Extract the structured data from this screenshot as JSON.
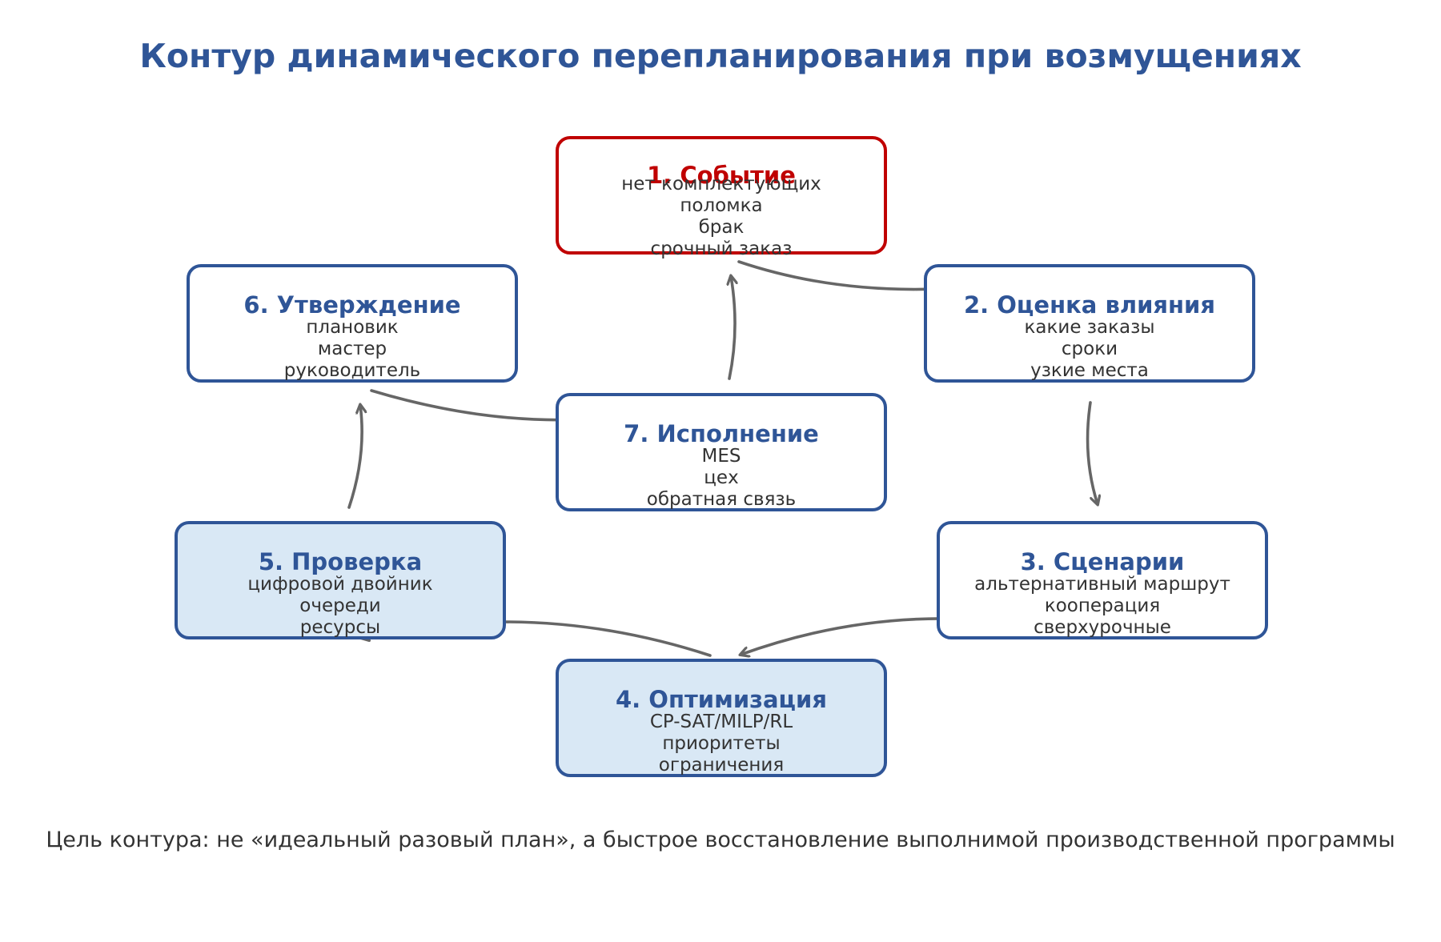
{
  "title": "Контур динамического перепланирования при возмущениях",
  "nodes": [
    {
      "id": "event",
      "title": "1. Событие",
      "lines": [
        "нет комплектующих",
        "поломка",
        "брак",
        "срочный заказ"
      ],
      "border_color": "#C00000",
      "fill": "#FFFFFF"
    },
    {
      "id": "impact",
      "title": "2. Оценка влияния",
      "lines": [
        "какие заказы",
        "сроки",
        "узкие места"
      ],
      "border_color": "#2F5597",
      "fill": "#FFFFFF"
    },
    {
      "id": "scenarios",
      "title": "3. Сценарии",
      "lines": [
        "альтернативный маршрут",
        "кооперация",
        "сверхурочные"
      ],
      "border_color": "#2F5597",
      "fill": "#FFFFFF"
    },
    {
      "id": "optimization",
      "title": "4. Оптимизация",
      "lines": [
        "CP-SAT/MILP/RL",
        "приоритеты",
        "ограничения"
      ],
      "border_color": "#2F5597",
      "fill": "#D9E8F5"
    },
    {
      "id": "check",
      "title": "5. Проверка",
      "lines": [
        "цифровой двойник",
        "очереди",
        "ресурсы"
      ],
      "border_color": "#2F5597",
      "fill": "#D9E8F5"
    },
    {
      "id": "approval",
      "title": "6. Утверждение",
      "lines": [
        "плановик",
        "мастер",
        "руководитель"
      ],
      "border_color": "#2F5597",
      "fill": "#FFFFFF"
    },
    {
      "id": "execution",
      "title": "7. Исполнение",
      "lines": [
        "MES",
        "цех",
        "обратная связь"
      ],
      "border_color": "#2F5597",
      "fill": "#FFFFFF"
    }
  ],
  "edges": [
    {
      "from": "event",
      "to": "impact"
    },
    {
      "from": "impact",
      "to": "scenarios"
    },
    {
      "from": "scenarios",
      "to": "optimization"
    },
    {
      "from": "optimization",
      "to": "check"
    },
    {
      "from": "check",
      "to": "approval"
    },
    {
      "from": "approval",
      "to": "execution"
    },
    {
      "from": "execution",
      "to": "event"
    }
  ],
  "footer": "Цель контура: не «идеальный разовый план», а быстрое восстановление выполнимой производственной программы",
  "colors": {
    "accent": "#2F5597",
    "event": "#C00000",
    "arrow": "#666666",
    "text": "#333333",
    "shaded": "#D9E8F5"
  }
}
